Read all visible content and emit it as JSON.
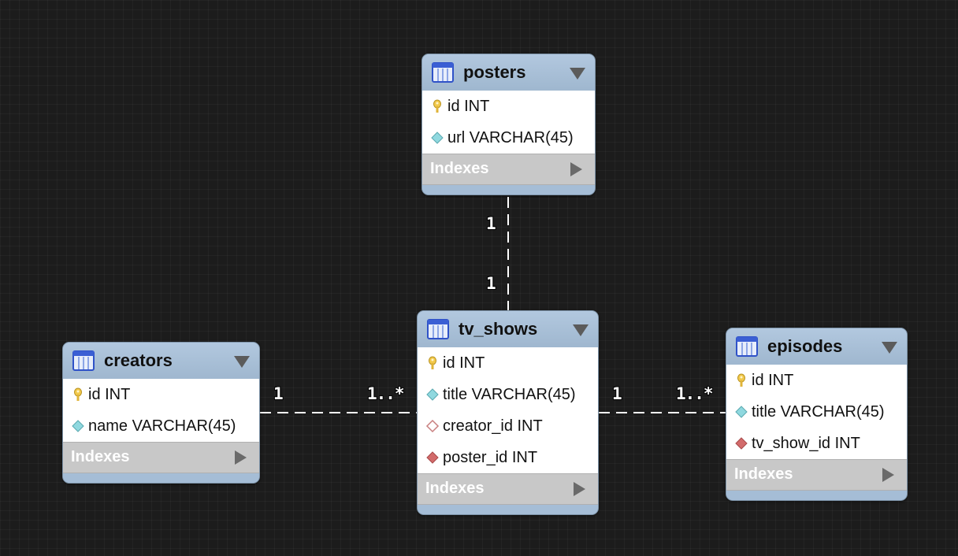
{
  "entities": [
    {
      "id": "posters",
      "title": "posters",
      "columns": [
        {
          "text": "id INT",
          "icon": "primary-key-icon"
        },
        {
          "text": "url VARCHAR(45)",
          "icon": "column-diamond-icon"
        }
      ],
      "indexes_label": "Indexes"
    },
    {
      "id": "creators",
      "title": "creators",
      "columns": [
        {
          "text": "id INT",
          "icon": "primary-key-icon"
        },
        {
          "text": "name VARCHAR(45)",
          "icon": "column-diamond-icon"
        }
      ],
      "indexes_label": "Indexes"
    },
    {
      "id": "tv_shows",
      "title": "tv_shows",
      "columns": [
        {
          "text": "id INT",
          "icon": "primary-key-icon"
        },
        {
          "text": "title VARCHAR(45)",
          "icon": "column-diamond-icon"
        },
        {
          "text": "creator_id INT",
          "icon": "nullable-foreign-key-icon"
        },
        {
          "text": "poster_id INT",
          "icon": "foreign-key-icon"
        }
      ],
      "indexes_label": "Indexes"
    },
    {
      "id": "episodes",
      "title": "episodes",
      "columns": [
        {
          "text": "id INT",
          "icon": "primary-key-icon"
        },
        {
          "text": "title VARCHAR(45)",
          "icon": "column-diamond-icon"
        },
        {
          "text": "tv_show_id INT",
          "icon": "foreign-key-icon"
        }
      ],
      "indexes_label": "Indexes"
    }
  ],
  "relationships": [
    {
      "from": "posters",
      "to": "tv_shows",
      "from_card": "1",
      "to_card": "1"
    },
    {
      "from": "creators",
      "to": "tv_shows",
      "from_card": "1",
      "to_card": "1..*"
    },
    {
      "from": "tv_shows",
      "to": "episodes",
      "from_card": "1",
      "to_card": "1..*"
    }
  ],
  "colors": {
    "header": "#a5bdd6",
    "indexes_bar": "#c8c8c8",
    "key": "#f2c94c",
    "column": "#8fd8df",
    "foreign_key": "#d26b6b",
    "background": "#1c1c1c"
  }
}
